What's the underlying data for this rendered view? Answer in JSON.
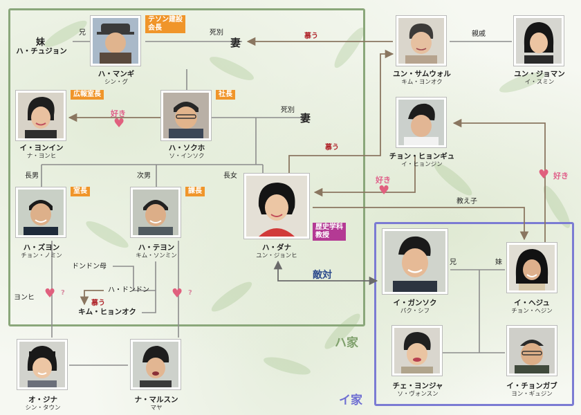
{
  "families": {
    "ha": "ハ家",
    "i": "イ家"
  },
  "people": {
    "ha_mangi": {
      "name": "ハ・マンギ",
      "actor": "シン・グ",
      "role": "テソン建設\n会長"
    },
    "ha_sokho": {
      "name": "ハ・ソクホ",
      "actor": "ソ・インソク",
      "role": "社長"
    },
    "i_yonin": {
      "name": "イ・ヨンイン",
      "actor": "ナ・ヨンヒ",
      "role": "広報室長"
    },
    "ha_zuyon": {
      "name": "ハ・ズヨン",
      "actor": "チョン・ノミン",
      "role": "室長"
    },
    "ha_teyon": {
      "name": "ハ・テヨン",
      "actor": "キム・ソンミン",
      "role": "課長"
    },
    "ha_dana": {
      "name": "ハ・ダナ",
      "actor": "ユン・ジョンヒ",
      "role": "歴史学科\n教授"
    },
    "yun_samuwol": {
      "name": "ユン・サムウォル",
      "actor": "キム・ヨンオク"
    },
    "yun_jomanman": {
      "name": "ユン・ジョマン",
      "actor": "イ・スミン"
    },
    "chon_hyongyu": {
      "name": "チョン・ヒョンギュ",
      "actor": "イ・ヒョンジン"
    },
    "i_gansoku": {
      "name": "イ・ガンソク",
      "actor": "パク・シフ"
    },
    "i_heju": {
      "name": "イ・ヘジュ",
      "actor": "チョン・ヘジン"
    },
    "che_yonja": {
      "name": "チェ・ヨンジャ",
      "actor": "ソ・ヴォンスン"
    },
    "i_chongabu": {
      "name": "イ・チョンガブ",
      "actor": "ヨン・ギュジン"
    },
    "o_jina": {
      "name": "オ・ジナ",
      "actor": "シン・タウン"
    },
    "na_marusun": {
      "name": "ナ・マルスン",
      "actor": "マヤ"
    }
  },
  "relations": {
    "sister": "妹",
    "sister_name": "ハ・チュジョン",
    "older_brother": "兄",
    "deceased_1": "死別",
    "wife_1": "妻",
    "admire_1": "慕う",
    "relative": "親戚",
    "like_1": "好き",
    "deceased_2": "死別",
    "wife_2": "妻",
    "admire_2": "慕う",
    "eldest_son": "長男",
    "second_son": "次男",
    "eldest_daughter": "長女",
    "like_2": "好き",
    "like_3": "好き",
    "student": "教え子",
    "brother_i": "兄",
    "sister_i": "妹",
    "hostile": "敵対",
    "dondon_mother": "ドンドン母",
    "ha_dondon": "ハ・ドンドン",
    "admire_3": "慕う",
    "kim_hyonok": "キム・ヒョンオク",
    "yonhi": "ヨンヒ",
    "question_1": "?",
    "question_2": "?"
  }
}
